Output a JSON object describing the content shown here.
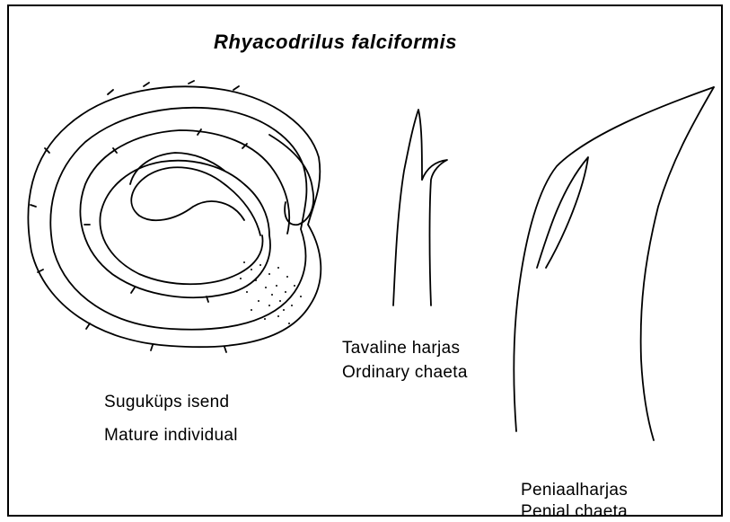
{
  "title": "Rhyacodrilus falciformis",
  "specimens": [
    {
      "label_et": "Suguküps isend",
      "label_en": "Mature individual",
      "icon": "coiled-worm-drawing"
    },
    {
      "label_et": "Tavaline harjas",
      "label_en": "Ordinary chaeta",
      "icon": "ordinary-chaeta-drawing"
    },
    {
      "label_et": "Peniaalharjas",
      "label_en": "Penial chaeta",
      "icon": "penial-chaeta-drawing"
    }
  ]
}
